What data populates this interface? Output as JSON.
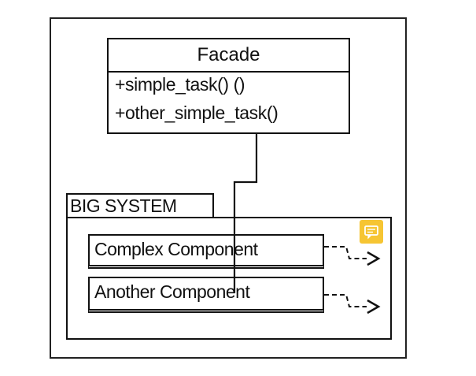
{
  "facade": {
    "title": "Facade",
    "operations": [
      "+simple_task() ()",
      "+other_simple_task()"
    ]
  },
  "system": {
    "label": "BIG SYSTEM",
    "components": [
      "Complex Component",
      "Another Component"
    ]
  },
  "colors": {
    "stroke": "#111111",
    "note": "#f6c533"
  },
  "icons": {
    "note": "comment-icon"
  }
}
